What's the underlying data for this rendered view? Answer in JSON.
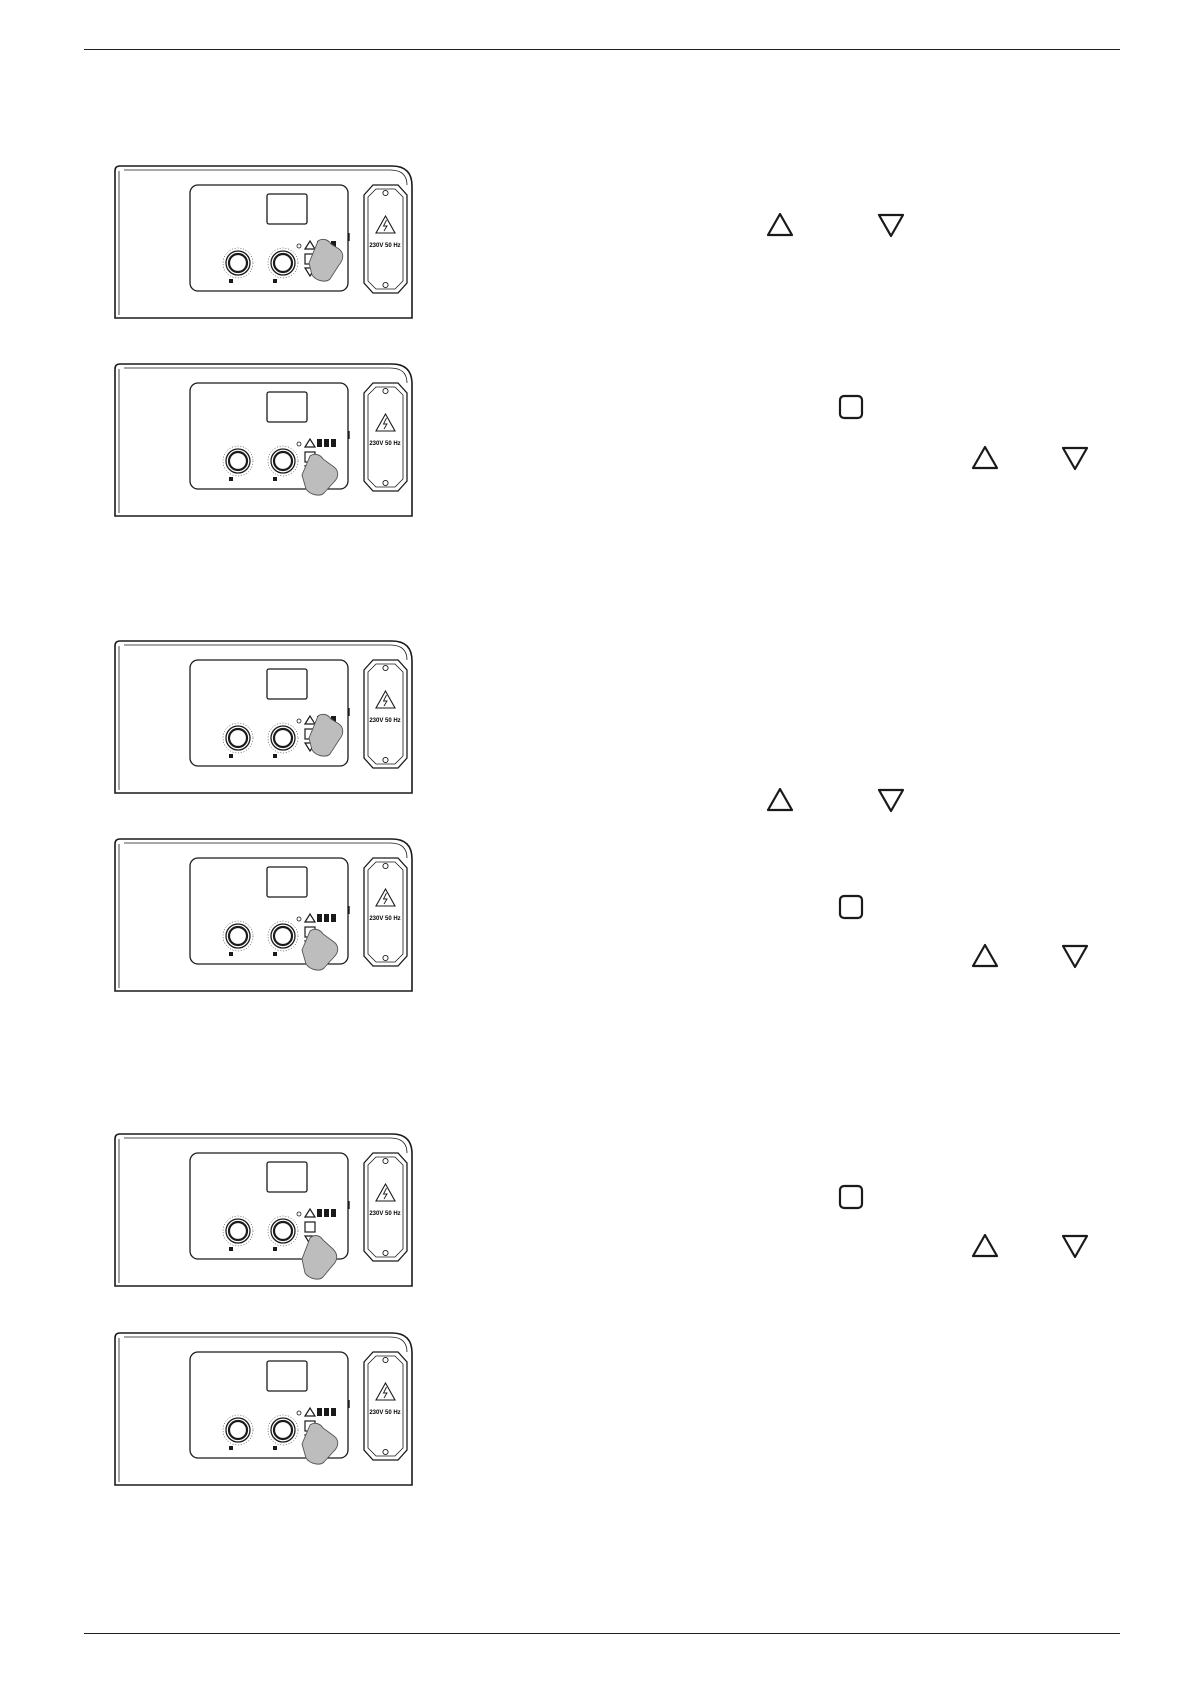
{
  "devices": [
    {
      "id": 1,
      "voltage_label": "230V  50 Hz",
      "pressed": "up"
    },
    {
      "id": 2,
      "voltage_label": "230V  50 Hz",
      "pressed": "mode"
    },
    {
      "id": 3,
      "voltage_label": "230V  50 Hz",
      "pressed": "up"
    },
    {
      "id": 4,
      "voltage_label": "230V  50 Hz",
      "pressed": "mode"
    },
    {
      "id": 5,
      "voltage_label": "230V  50 Hz",
      "pressed": "down"
    },
    {
      "id": 6,
      "voltage_label": "230V  50 Hz",
      "pressed": "mode"
    }
  ],
  "inline_icons": [
    {
      "name": "up-triangle-icon"
    },
    {
      "name": "down-triangle-icon"
    },
    {
      "name": "mode-square-icon"
    },
    {
      "name": "up-triangle-icon"
    },
    {
      "name": "down-triangle-icon"
    },
    {
      "name": "up-triangle-icon"
    },
    {
      "name": "down-triangle-icon"
    },
    {
      "name": "mode-square-icon"
    },
    {
      "name": "up-triangle-icon"
    },
    {
      "name": "down-triangle-icon"
    },
    {
      "name": "mode-square-icon"
    },
    {
      "name": "up-triangle-icon"
    },
    {
      "name": "down-triangle-icon"
    }
  ],
  "colors": {
    "line": "#1a1a1a",
    "finger": "#bdbdbd"
  }
}
